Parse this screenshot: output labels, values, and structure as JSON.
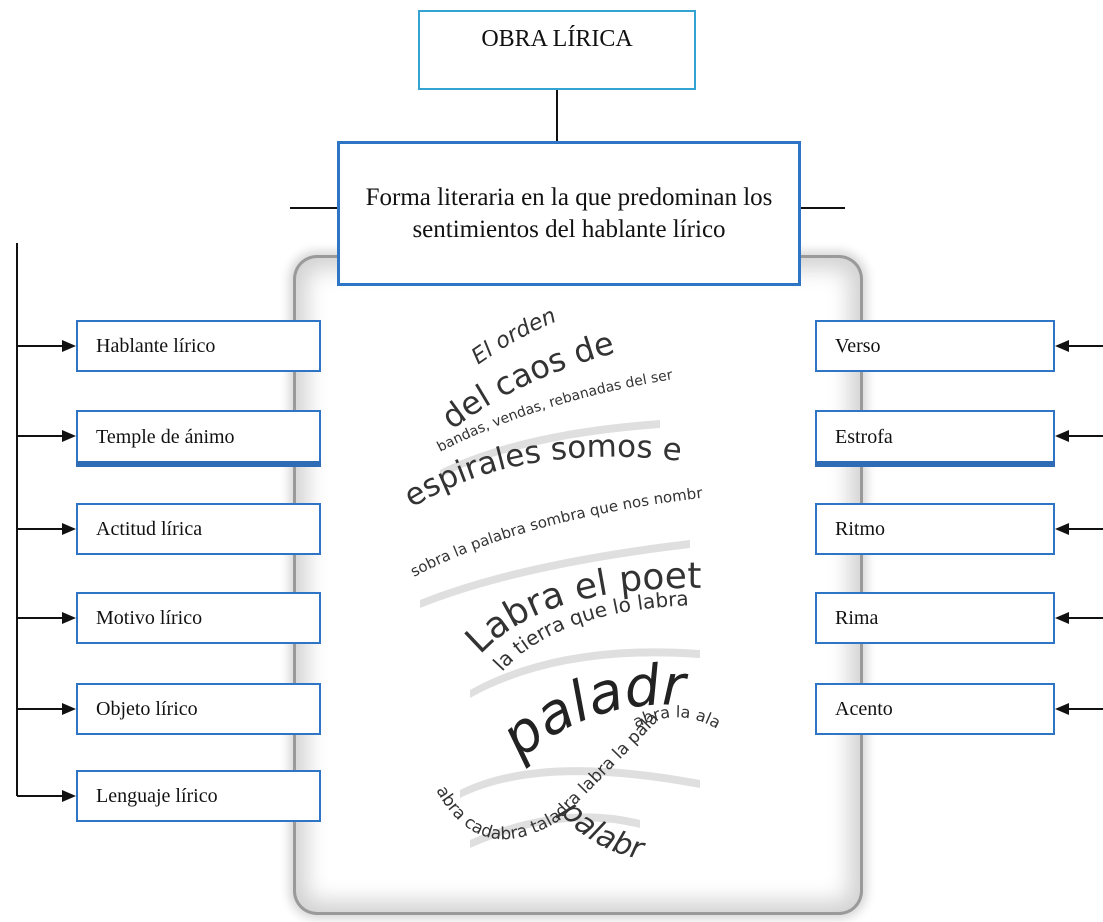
{
  "title": "OBRA LÍRICA",
  "definition": "Forma literaria en la que predominan los sentimientos del hablante lírico",
  "left_items": [
    "Hablante lírico",
    "Temple de ánimo",
    "Actitud lírica",
    "Motivo lírico",
    "Objeto lírico",
    "Lenguaje lírico"
  ],
  "right_items": [
    "Verso",
    "Estrofa",
    "Ritmo",
    "Rima",
    "Acento"
  ],
  "word_art": {
    "lines": [
      "El orden",
      "del caos del orden",
      "bandas, vendas, rebanadas del ser",
      "espirales somos en el aire",
      "sobra la palabra sombra que nos nombra",
      "Labra el poeta",
      "la tierra que lo labra",
      "paladra",
      "abra la ala",
      "abra cadabra taladra labra la pala",
      "palabra"
    ]
  }
}
